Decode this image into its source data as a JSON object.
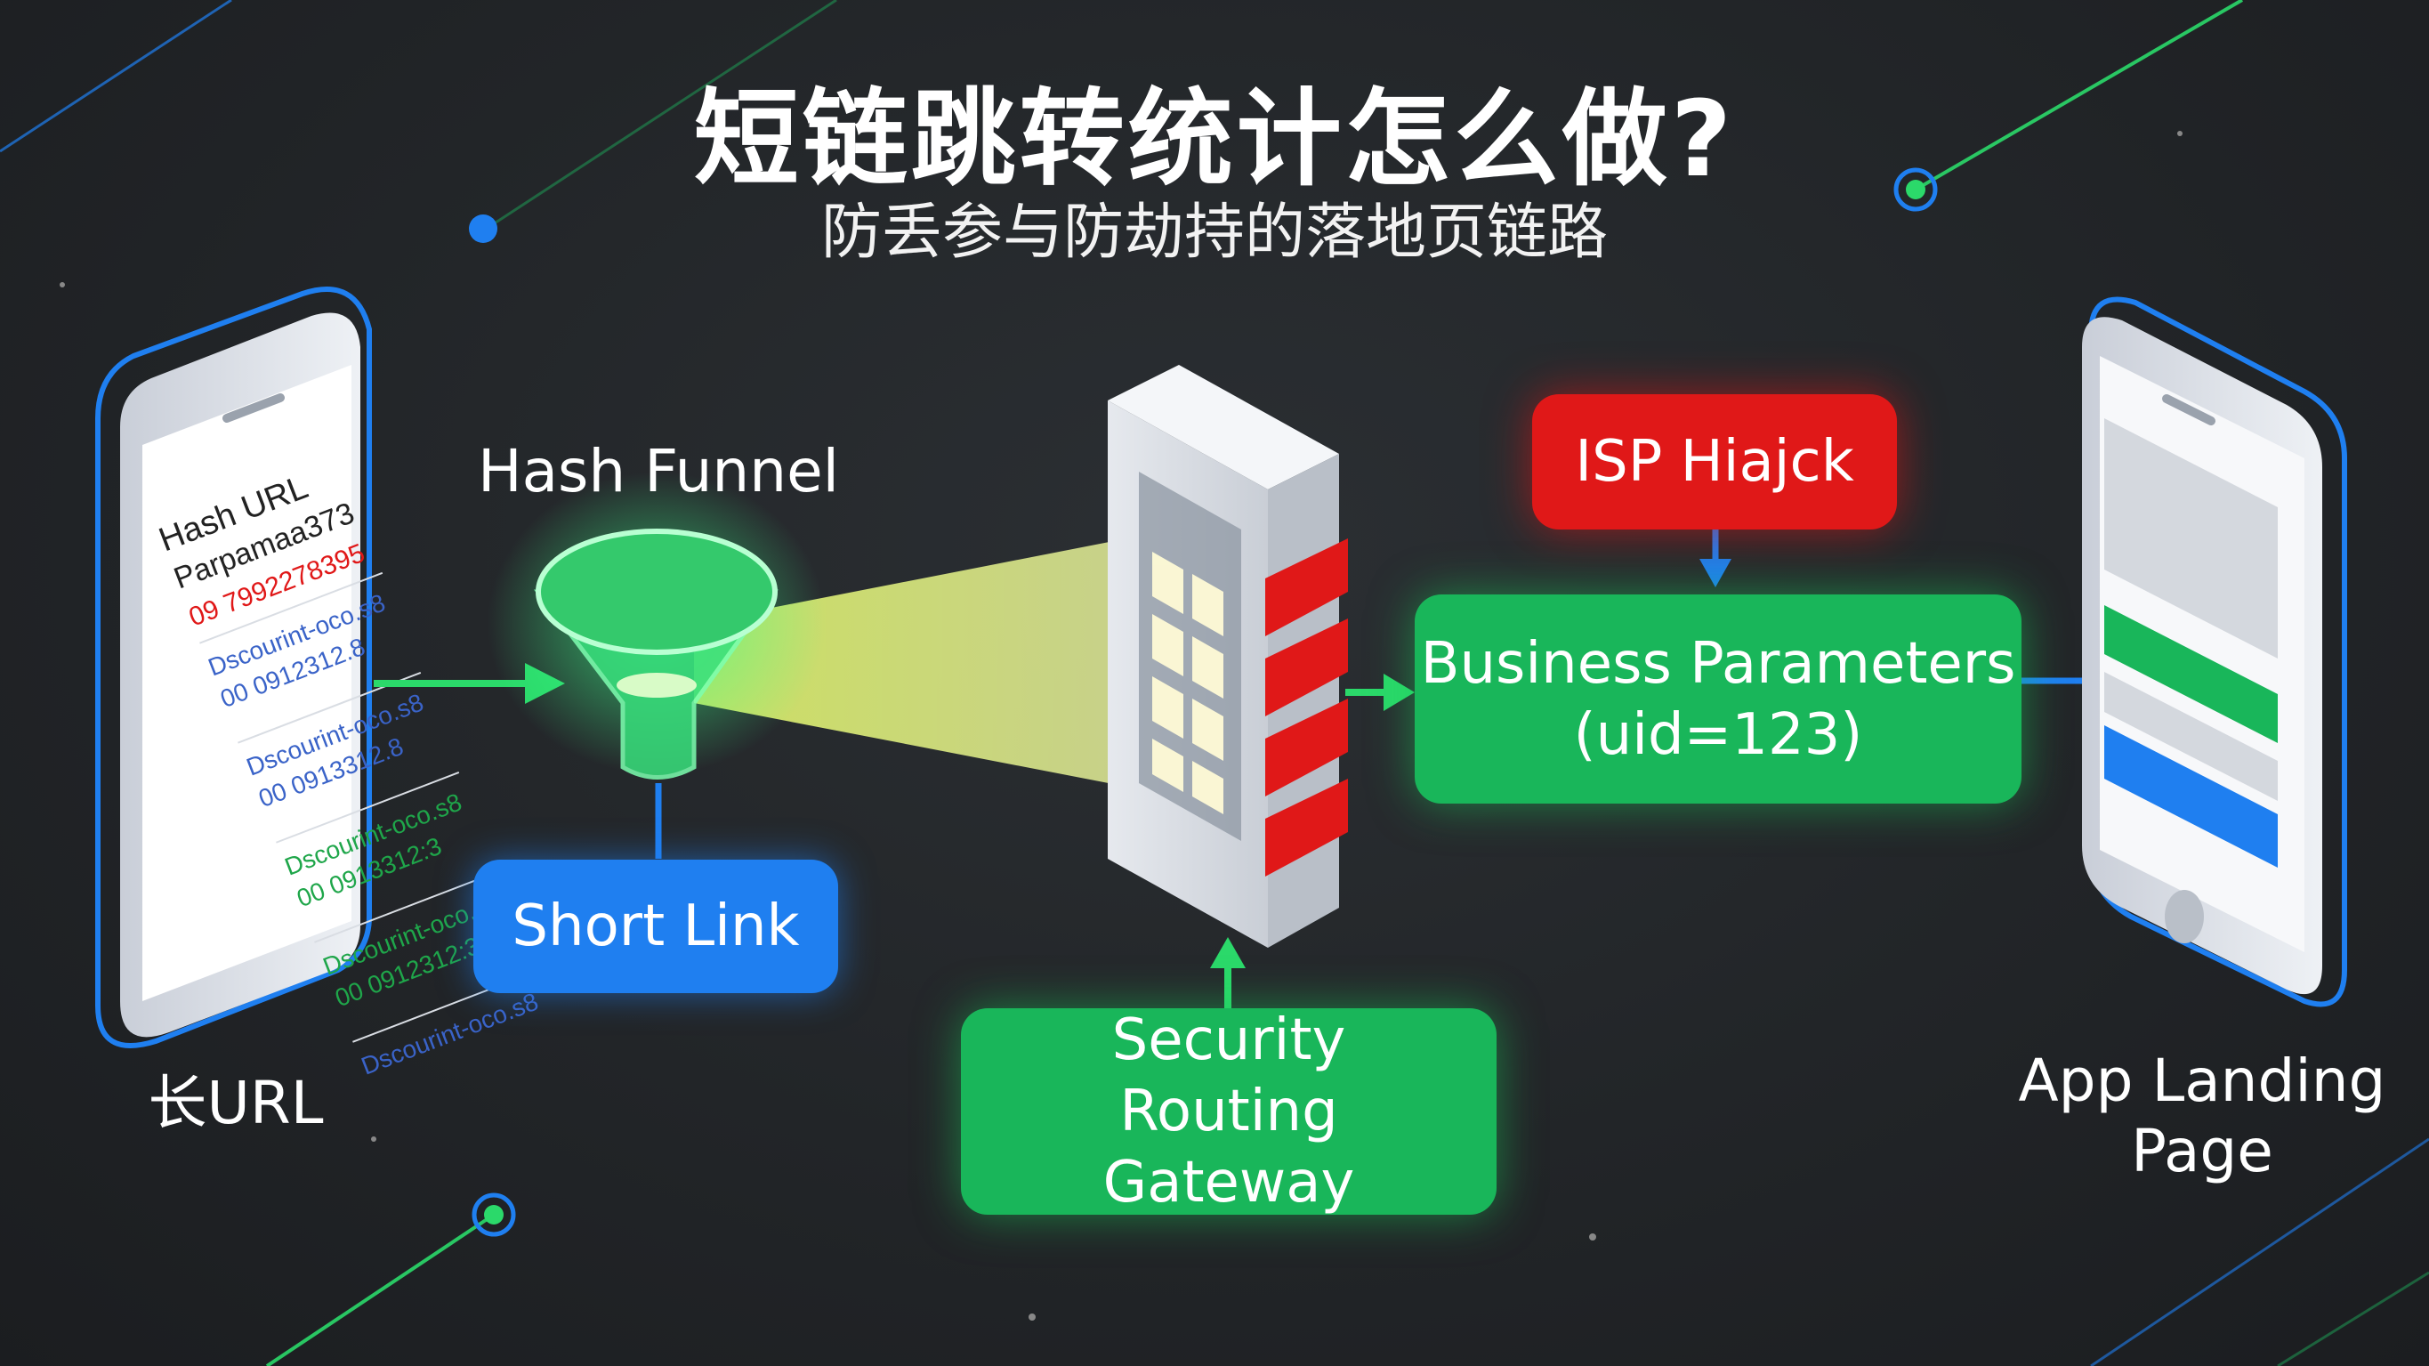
{
  "title": "短链跳转统计怎么做?",
  "subtitle": "防丢参与防劫持的落地页链路",
  "labels": {
    "long_url": "长URL",
    "hash_funnel": "Hash Funnel",
    "app_landing_page": "App Landing Page"
  },
  "boxes": {
    "short_link": "Short Link",
    "security_gateway": "Security Routing Gateway",
    "isp_hijack": "ISP Hiajck",
    "business_params_1": "Business Parameters",
    "business_params_2": "(uid=123)"
  },
  "phone_screen": {
    "heading_1": "Hash URL",
    "heading_2": "Parpamaa373",
    "red_line": "09 7992278395",
    "rows": [
      {
        "line_1": "Dscourint-oco.s8",
        "line_2": "00 0912312.8",
        "color": "#3a63c8"
      },
      {
        "line_1": "Dscourint-oco.s8",
        "line_2": "00 0913312.8",
        "color": "#3a63c8"
      },
      {
        "line_1": "Dscourint-oco.s8",
        "line_2": "00 0913312:3",
        "color": "#1fa64a"
      },
      {
        "line_1": "Dscourint-oco.s8",
        "line_2": "00 0912312:3",
        "color": "#1fa64a"
      },
      {
        "line_1": "Dscourint-oco.s8",
        "line_2": "",
        "color": "#3a63c8"
      }
    ]
  },
  "colors": {
    "background": "#222528",
    "accent_green": "#19b65a",
    "accent_blue": "#1f7ff0",
    "accent_red": "#e01818",
    "beam_yellow": "#f2ff7a"
  }
}
